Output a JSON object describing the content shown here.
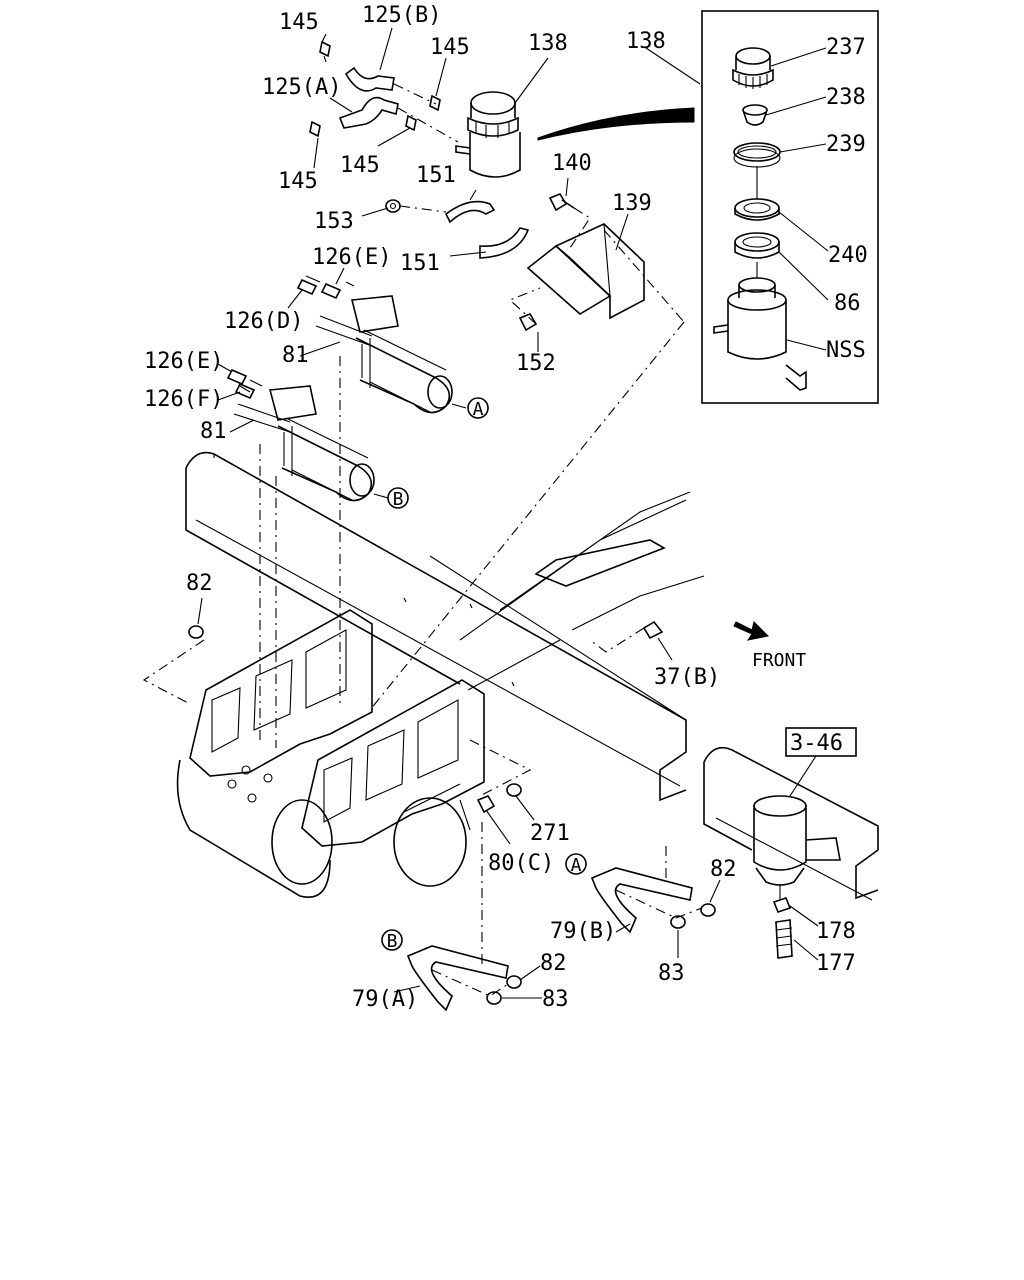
{
  "diagram": {
    "labels": {
      "l145a": "145",
      "l125b": "125(B)",
      "l145b": "145",
      "l138a": "138",
      "l138b": "138",
      "l125a": "125(A)",
      "l145c": "145",
      "l145d": "145",
      "l237": "237",
      "l238": "238",
      "l239": "239",
      "l240": "240",
      "l86": "86",
      "lnss": "NSS",
      "l140": "140",
      "l139": "139",
      "l151a": "151",
      "l151b": "151",
      "l153": "153",
      "l126e1": "126(E)",
      "l126d": "126(D)",
      "l81a": "81",
      "l152": "152",
      "l126e2": "126(E)",
      "l126f": "126(F)",
      "l81b": "81",
      "l82a": "82",
      "l37b": "37(B)",
      "lfront": "FRONT",
      "l346": "3-46",
      "l271": "271",
      "l80c": "80(C)",
      "l82b": "82",
      "l79b": "79(B)",
      "l83a": "83",
      "l178": "178",
      "l177": "177",
      "l82c": "82",
      "l79a": "79(A)",
      "l83b": "83",
      "refA1": "A",
      "refB1": "B",
      "refA2": "A",
      "refB2": "B"
    }
  }
}
